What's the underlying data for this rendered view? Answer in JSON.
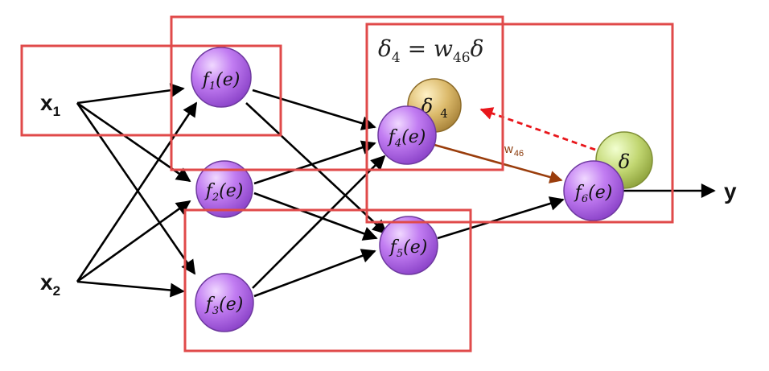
{
  "diagram": {
    "inputs": [
      {
        "id": "x1",
        "label": "x",
        "sub": "1"
      },
      {
        "id": "x2",
        "label": "x",
        "sub": "2"
      }
    ],
    "output": {
      "id": "y",
      "label": "y"
    },
    "neurons": [
      {
        "id": "n1",
        "fn": "f",
        "sub": "1",
        "arg": "(e)"
      },
      {
        "id": "n2",
        "fn": "f",
        "sub": "2",
        "arg": "(e)"
      },
      {
        "id": "n3",
        "fn": "f",
        "sub": "3",
        "arg": "(e)"
      },
      {
        "id": "n4",
        "fn": "f",
        "sub": "4",
        "arg": "(e)"
      },
      {
        "id": "n5",
        "fn": "f",
        "sub": "5",
        "arg": "(e)"
      },
      {
        "id": "n6",
        "fn": "f",
        "sub": "6",
        "arg": "(e)"
      }
    ],
    "deltas": [
      {
        "id": "d4",
        "symbol": "δ",
        "sub": "4"
      },
      {
        "id": "d6",
        "symbol": "δ",
        "sub": ""
      }
    ],
    "formula": {
      "lhs": "δ",
      "lhs_sub": "4",
      "eq": " = ",
      "w": "w",
      "w_sub": "46",
      "rhs": "δ"
    },
    "weight_label": {
      "text": "w",
      "sub": "46"
    },
    "colors": {
      "neuron_fill": "#c07cf0",
      "neuron_stroke": "#7a3fb0",
      "delta4_fill": "#d9b96a",
      "delta6_fill": "#bcd46a",
      "box": "#e04a4a",
      "arrow": "#000000",
      "weight_arrow": "#9a3d0c",
      "backprop_arrow": "#e8161b"
    }
  }
}
